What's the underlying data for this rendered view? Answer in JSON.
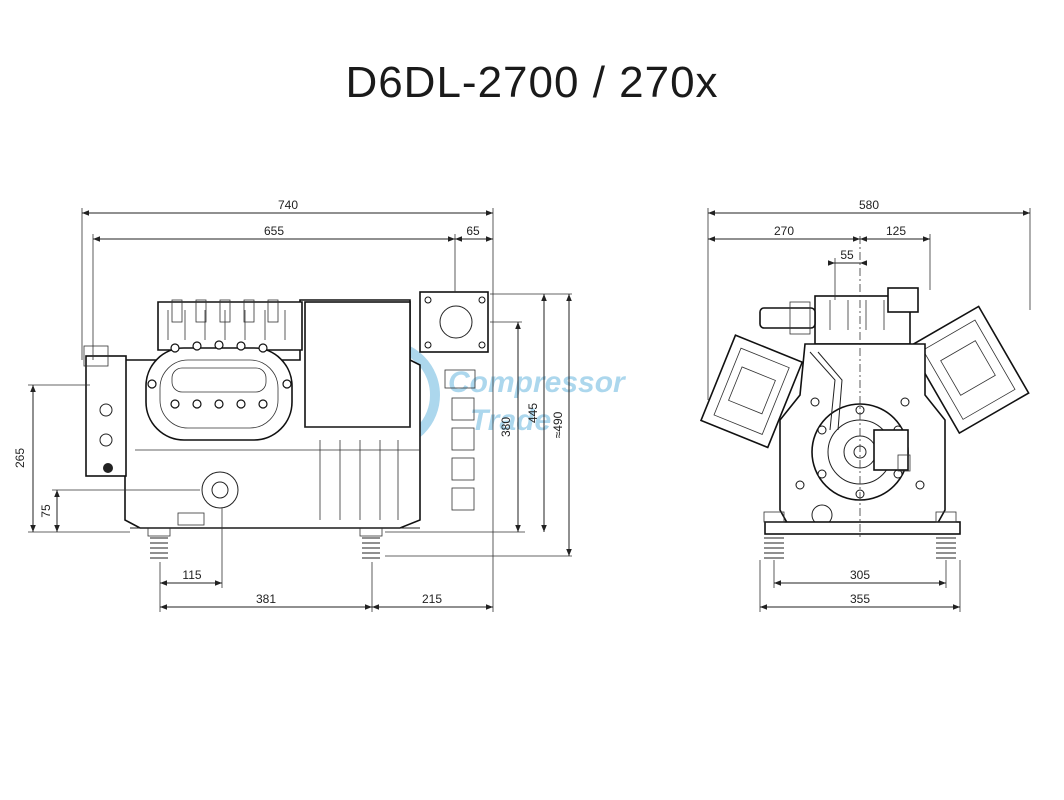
{
  "title": "D6DL-2700 / 270x",
  "watermark": {
    "line1": "Compressor",
    "line2": "Trade",
    "color": "#4aa8d8"
  },
  "side_view": {
    "dim_740": "740",
    "dim_655": "655",
    "dim_65": "65",
    "dim_265": "265",
    "dim_75": "75",
    "dim_380": "380",
    "dim_445": "445",
    "dim_490": "≈490",
    "dim_115": "115",
    "dim_381": "381",
    "dim_215": "215"
  },
  "front_view": {
    "dim_580": "580",
    "dim_270": "270",
    "dim_125": "125",
    "dim_55": "55",
    "dim_305": "305",
    "dim_355": "355"
  }
}
